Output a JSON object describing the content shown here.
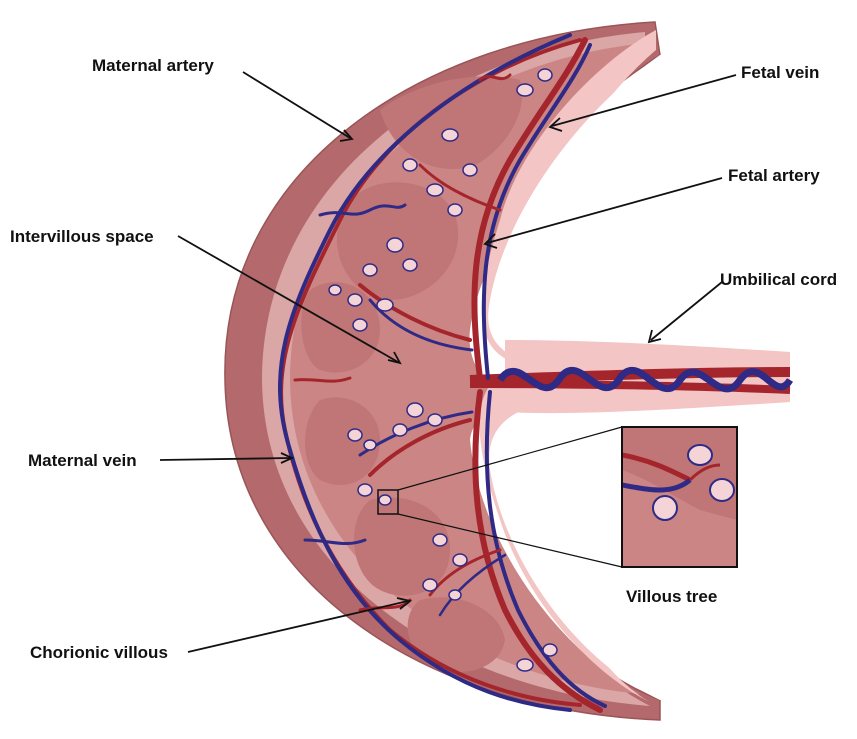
{
  "labels": {
    "maternal_artery": "Maternal artery",
    "fetal_vein": "Fetal vein",
    "fetal_artery": "Fetal artery",
    "intervillous_space": "Intervillous space",
    "umbilical_cord": "Umbilical cord",
    "maternal_vein": "Maternal vein",
    "villous_tree": "Villous tree",
    "chorionic_villous": "Chorionic villous"
  },
  "colors": {
    "outer_wall": "#b46a6c",
    "decidua": "#dba6a6",
    "tissue": "#cc8585",
    "cotyledon": "#c07676",
    "fetal_surface": "#f3c5c5",
    "artery": "#a4262c",
    "vein": "#2e2a86",
    "villus_fill": "#f4d4d6",
    "leader_line": "#111111"
  }
}
